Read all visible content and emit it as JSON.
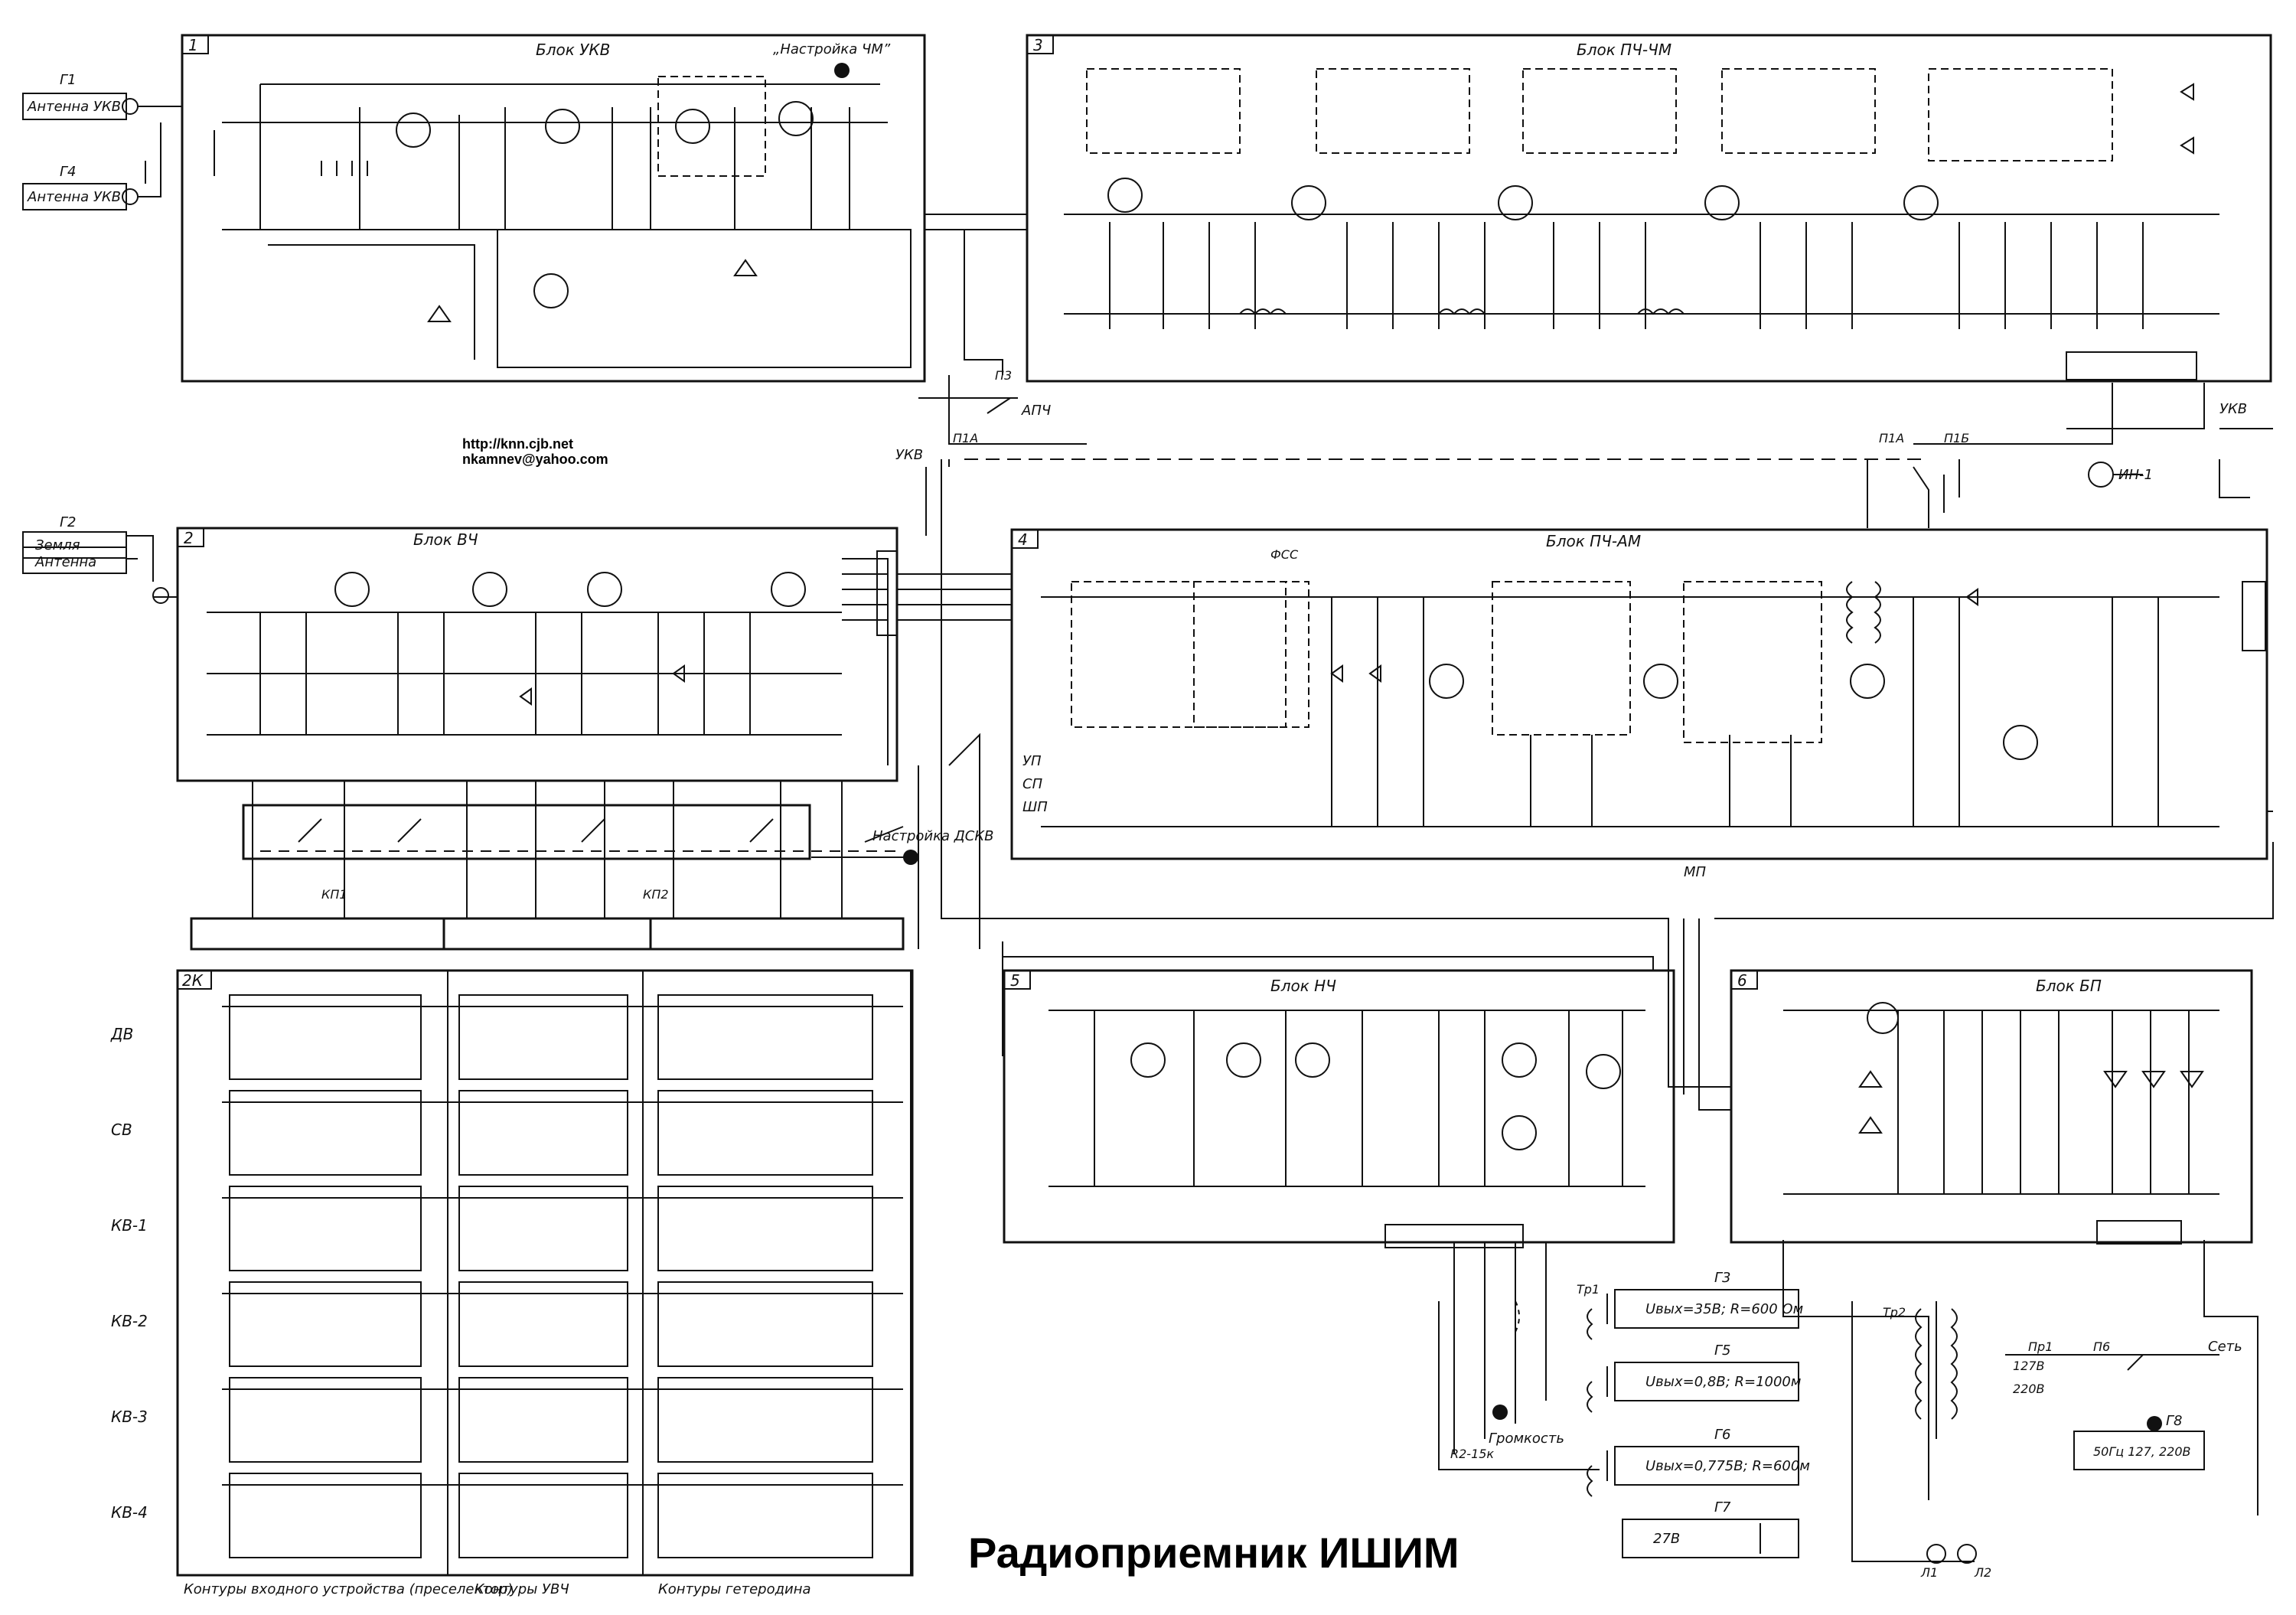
{
  "header": {
    "url": "http://knn.cjb.net",
    "email": "nkamnev@yahoo.com"
  },
  "title": "Радиоприемник ИШИМ",
  "blocks": [
    {
      "num": "1",
      "name": "Блок УКВ"
    },
    {
      "num": "2",
      "name": "Блок ВЧ"
    },
    {
      "num": "3",
      "name": "Блок ПЧ-ЧМ"
    },
    {
      "num": "4",
      "name": "Блок ПЧ-АМ"
    },
    {
      "num": "5",
      "name": "Блок НЧ"
    },
    {
      "num": "6",
      "name": "Блок БП"
    },
    {
      "num": "2К",
      "name": ""
    }
  ],
  "inputs": {
    "g1": "Г1",
    "g1_label": "Антенна УКВ",
    "g4": "Г4",
    "g4_label": "Антенна УКВ",
    "g2": "Г2",
    "earth": "Земля",
    "antenna": "Антенна"
  },
  "annotations": {
    "tune_fm": "„Настройка ЧМ”",
    "tune_dskv": "Настройка ДСКВ",
    "apch": "АПЧ",
    "ukv": "УКВ",
    "ukv2": "УКВ",
    "mp": "МП",
    "up": "УП",
    "sp": "СП",
    "shp": "ШП",
    "in1": "ИН-1",
    "volume": "Громкость",
    "network": "Сеть",
    "p3": "П3",
    "p1a": "П1А",
    "p1a2": "П1А",
    "p1b": "П1Б",
    "fss": "ФСС",
    "kp1": "КП1",
    "kp2": "КП2",
    "tr1": "Тр1",
    "tr2": "Тр2",
    "pr1": "Пр1",
    "p6": "П6",
    "l1": "Л1",
    "l2": "Л2",
    "r2": "R2-15к"
  },
  "bands": [
    "ДВ",
    "СВ",
    "КВ-1",
    "КВ-2",
    "КВ-3",
    "КВ-4"
  ],
  "bottom_labels": [
    "Контуры входного устройства (преселектор)",
    "Контуры УВЧ",
    "Контуры гетеродина"
  ],
  "outputs": [
    {
      "id": "Г3",
      "text": "Uвых=35В; R=600 Ом"
    },
    {
      "id": "Г5",
      "text": "Uвых=0,8В; R=1000м"
    },
    {
      "id": "Г6",
      "text": "Uвых=0,775В; R=600м"
    },
    {
      "id": "Г7",
      "text": "27В"
    },
    {
      "id": "Г8",
      "text": "50Гц 127, 220В"
    }
  ],
  "mains": {
    "v127": "127В",
    "v220": "220В"
  }
}
